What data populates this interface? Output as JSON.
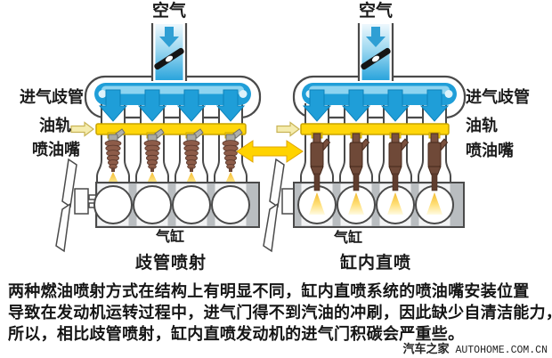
{
  "page": {
    "background": "#ffffff"
  },
  "colors": {
    "air_flow_blue": "#1f9ed8",
    "air_flow_light_blue": "#8ed4f0",
    "fuel_rail_yellow": "#ffd60a",
    "fuel_feed_pale_yellow": "#f5ecae",
    "exchange_arrow_yellow": "#ffd300",
    "port_injector_brown": "#8d5c49",
    "direct_injector_brown": "#6f4938",
    "engine_block_gray": "#b9bdc0",
    "outline_gray": "#4a4a4a",
    "spray_yellow": "#f3bb2f"
  },
  "diagram_left": {
    "air_label": "空气",
    "manifold_label": "进气歧管",
    "rail_label": "油轨",
    "injector_label": "喷油嘴",
    "cylinder_label": "气缸",
    "title": "歧管喷射"
  },
  "diagram_right": {
    "air_label": "空气",
    "manifold_label": "进气歧管",
    "rail_label": "油轨",
    "injector_label": "喷油嘴",
    "cylinder_label": "气缸",
    "title": "缸内直喷"
  },
  "caption": {
    "lines": [
      "两种燃油喷射方式在结构上有明显不同，缸内直喷系统的喷油嘴安装位置",
      "导致在发动机运转过程中，进气门得不到汽油的冲刷，因此缺少自清洁能力，",
      "所以，相比歧管喷射，缸内直喷发动机的进气门积碳会严重些。"
    ]
  },
  "watermark": {
    "site_name": "汽车之家",
    "site_url": "AUTOHOME.COM.CN"
  }
}
